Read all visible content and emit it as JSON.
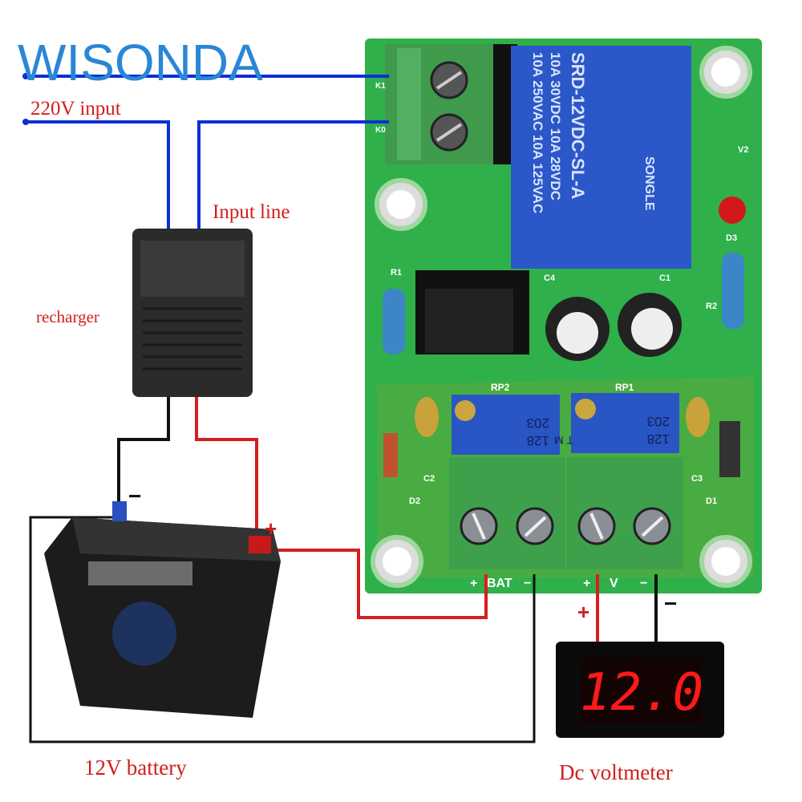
{
  "brand": "WISONDA",
  "labels": {
    "ac_input": "220V input",
    "input_line": "Input line",
    "recharger": "recharger",
    "battery": "12V battery",
    "voltmeter": "Dc voltmeter",
    "battery_minus": "−",
    "battery_plus": "+",
    "meter_plus": "+",
    "meter_minus": "−"
  },
  "board": {
    "terminals_top": [
      "K1",
      "K0"
    ],
    "relay_text": [
      "10A 250VAC 10A 125VAC",
      "10A 30VDC 10A 28VDC",
      "SRD-12VDC-SL-A",
      "SONGLE"
    ],
    "component_labels": [
      "R1",
      "R2",
      "C1",
      "C2",
      "C3",
      "C4",
      "D1",
      "D2",
      "D3",
      "V2",
      "RP1",
      "RP2"
    ],
    "pot_text": [
      "203",
      "128",
      "T M"
    ],
    "bottom_labels": {
      "bat_plus": "+",
      "bat": "BAT",
      "bat_minus": "−",
      "v_plus": "+",
      "v": "V",
      "v_minus": "−"
    }
  },
  "voltmeter_reading": "12.0",
  "colors": {
    "wire_blue": "#0a2fd6",
    "wire_red": "#d41f1f",
    "wire_black": "#111111",
    "pcb_green": "#2fb04a",
    "display_red": "#ff1a1a"
  }
}
